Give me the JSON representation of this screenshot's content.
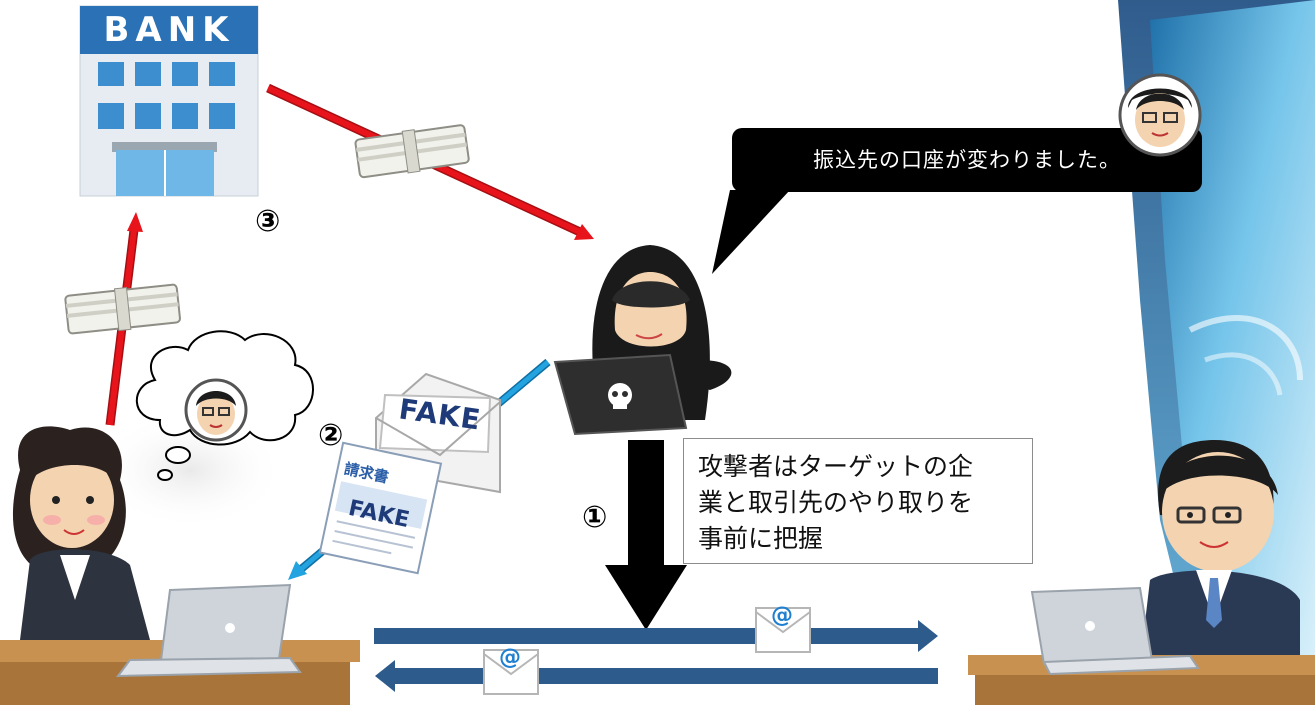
{
  "bank": {
    "sign": "BANK"
  },
  "speech": {
    "text": "振込先の口座が変わりました。"
  },
  "note": {
    "lines": [
      "攻撃者はターゲットの企",
      "業と取引先のやり取りを",
      "事前に把握"
    ]
  },
  "steps": {
    "one": "①",
    "two": "②",
    "three": "③"
  },
  "fake_email": {
    "label": "FAKE"
  },
  "invoice": {
    "title": "請求書",
    "label": "FAKE"
  },
  "email_icons": {
    "symbol": "@"
  },
  "colors": {
    "money_flow": "#e8141b",
    "fake_flow": "#23a4e0",
    "email_flow": "#2d5b8c",
    "hacker_arrow": "#000000",
    "bank_blue": "#2a72b5"
  }
}
